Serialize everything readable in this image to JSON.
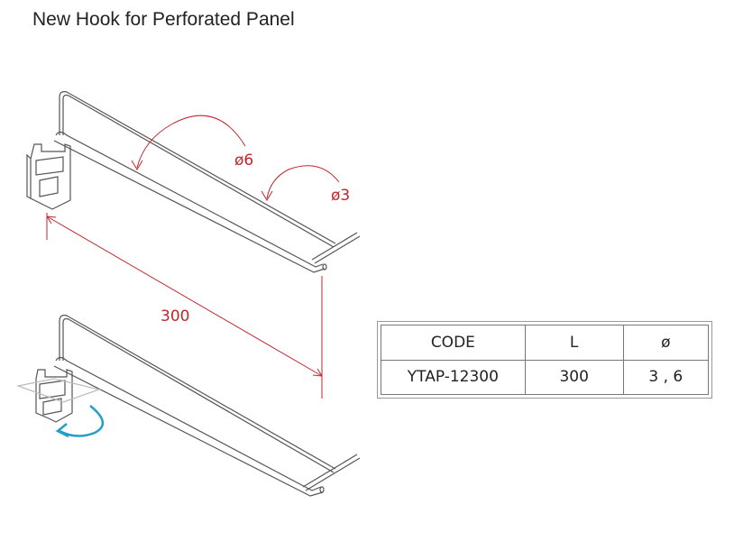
{
  "title": "New Hook for Perforated Panel",
  "annotations": {
    "diameter_main": "ø6",
    "diameter_tip": "ø3",
    "length": "300"
  },
  "spec_table": {
    "headers": [
      "CODE",
      "L",
      "ø"
    ],
    "rows": [
      [
        "YTAP-12300",
        "300",
        "3 , 6"
      ]
    ]
  },
  "colors": {
    "dimension": "#c0262d",
    "rotation_arrow": "#1ea0c8",
    "line": "#555555"
  }
}
